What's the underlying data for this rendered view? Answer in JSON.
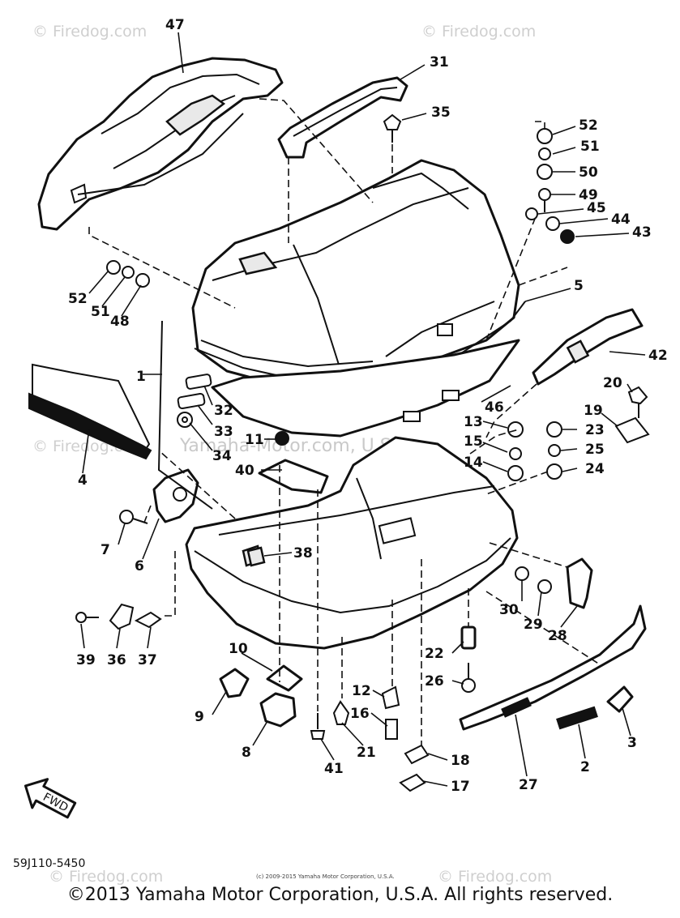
{
  "watermarks": {
    "top_left": "© Firedog.com",
    "top_right": "© Firedog.com",
    "mid_left": "© Firedog.com",
    "mid_center": "Yamaha-Motor.com, U.S.A.",
    "bottom_left": "© Firedog.com",
    "bottom_right": "© Firedog.com"
  },
  "diagram_code": "59J110-5450",
  "fine_print": "(c) 2009-2015 Yamaha Motor Corporation, U.S.A.",
  "copyright": "©2013 Yamaha Motor Corporation, U.S.A. All rights reserved.",
  "fwd_label": "FWD",
  "callouts": {
    "c1": "1",
    "c2": "2",
    "c3": "3",
    "c4": "4",
    "c5": "5",
    "c6": "6",
    "c7": "7",
    "c8": "8",
    "c9": "9",
    "c10": "10",
    "c11": "11",
    "c12": "12",
    "c13": "13",
    "c14": "14",
    "c15": "15",
    "c16": "16",
    "c17": "17",
    "c18": "18",
    "c19": "19",
    "c20": "20",
    "c21": "21",
    "c22": "22",
    "c23": "23",
    "c24": "24",
    "c25": "25",
    "c26": "26",
    "c27": "27",
    "c28": "28",
    "c29": "29",
    "c30": "30",
    "c31": "31",
    "c32": "32",
    "c33": "33",
    "c34": "34",
    "c35": "35",
    "c36": "36",
    "c37": "37",
    "c38": "38",
    "c39": "39",
    "c40": "40",
    "c41": "41",
    "c42": "42",
    "c43": "43",
    "c44": "44",
    "c45": "45",
    "c46": "46",
    "c47": "47",
    "c48": "48",
    "c49": "49",
    "c50": "50",
    "c51": "51",
    "c52a": "52",
    "c51b": "51",
    "c52b": "52"
  }
}
